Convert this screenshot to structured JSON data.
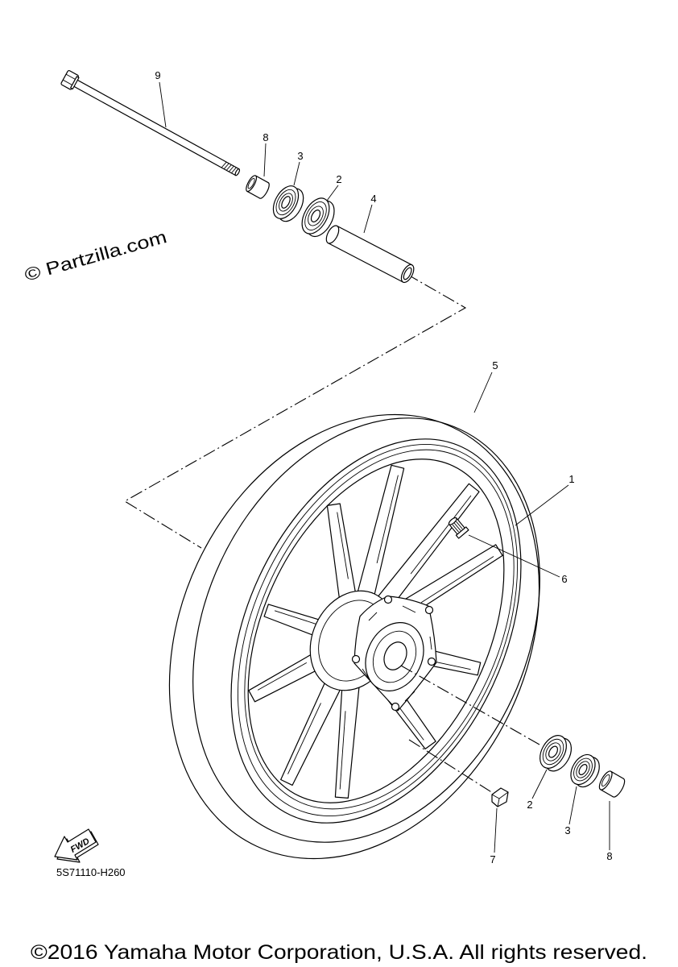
{
  "callout_labels": [
    "9",
    "8",
    "3",
    "2",
    "4",
    "5",
    "1",
    "6",
    "2",
    "3",
    "8",
    "7"
  ],
  "watermark": "© Partzilla.com",
  "fwd_label": "FWD",
  "diagram_code": "5S71110-H260",
  "copyright": "©2016 Yamaha Motor Corporation, U.S.A. All rights reserved.",
  "icons": {
    "direction_arrow": "fwd-arrow-icon"
  }
}
